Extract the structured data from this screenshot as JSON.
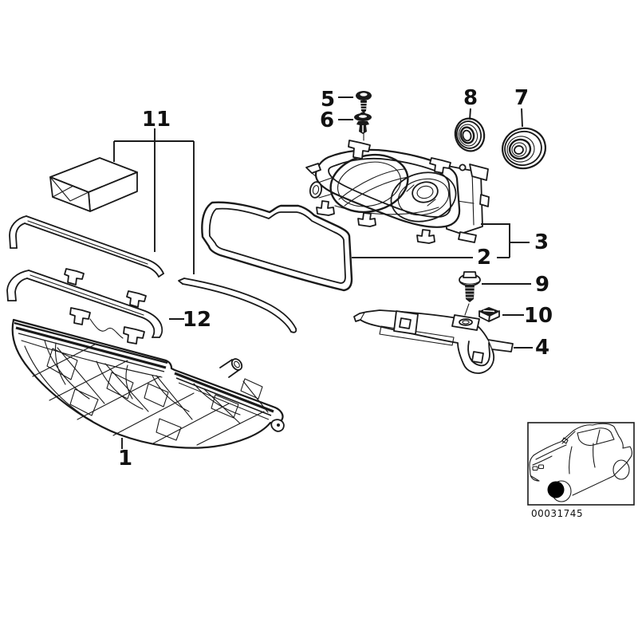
{
  "diagram": {
    "background": "#ffffff",
    "stroke_color": "#1a1a1a",
    "marker_color": "#000000",
    "callouts": [
      {
        "number": "1",
        "part": "headlight-lens-unit"
      },
      {
        "number": "2",
        "part": "sealing-gasket"
      },
      {
        "number": "3",
        "part": "headlight-housing-assembly"
      },
      {
        "number": "4",
        "part": "lower-mounting-bracket"
      },
      {
        "number": "5",
        "part": "mounting-screw"
      },
      {
        "number": "6",
        "part": "expanding-rivet-clip"
      },
      {
        "number": "7",
        "part": "bulb-cover-cap-large"
      },
      {
        "number": "8",
        "part": "bulb-cover-cap-small"
      },
      {
        "number": "9",
        "part": "bracket-screw"
      },
      {
        "number": "10",
        "part": "clip-nut"
      },
      {
        "number": "11",
        "part": "repair-kit-package"
      },
      {
        "number": "12",
        "part": "covering-trim-strip"
      }
    ],
    "inset": {
      "image_code": "00031745",
      "vehicle_thumbnail": "bmw-sedan-front-three-quarter",
      "highlight_marker": "front-left-headlight"
    }
  }
}
